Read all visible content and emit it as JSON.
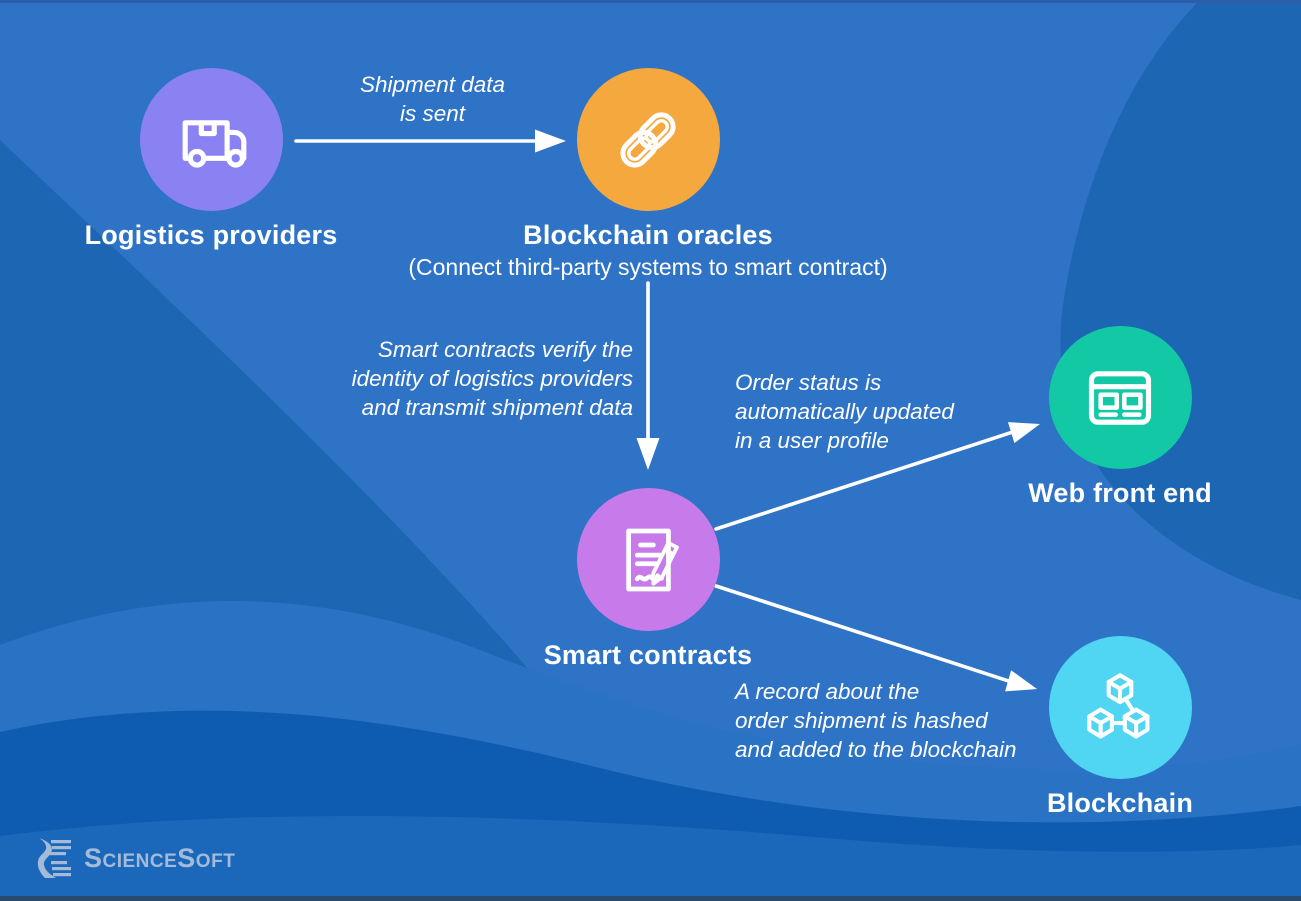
{
  "canvas": {
    "bg_base": "#2e73c6",
    "wave_mid": "#1d66b4",
    "wave_light": "#2a72c4",
    "wave_dark": "#0e5cb1",
    "wave_soft": "#1b68ba",
    "edge_strip_top": "#2a5ea9",
    "edge_strip_bottom": "#294a6b"
  },
  "icon": {
    "color": "#ffffff"
  },
  "arrows": {
    "color": "#ffffff"
  },
  "nodes": {
    "logistics": {
      "label": "Logistics providers",
      "color": "#8a82f2",
      "icon": "truck-icon"
    },
    "oracles": {
      "label": "Blockchain oracles",
      "sublabel": "(Connect third-party systems to smart contract)",
      "color": "#f5a83e",
      "icon": "chain-link-icon"
    },
    "smart_contracts": {
      "label": "Smart contracts",
      "color": "#c77ae9",
      "icon": "contract-icon"
    },
    "web_front_end": {
      "label": "Web front end",
      "color": "#13c9a5",
      "icon": "browser-window-icon"
    },
    "blockchain": {
      "label": "Blockchain",
      "color": "#50d5f2",
      "icon": "blockchain-cubes-icon"
    }
  },
  "annotations": {
    "shipment": "Shipment data\nis sent",
    "verify": "Smart contracts verify the\nidentity of logistics providers\nand transmit shipment data",
    "order_status": "Order status is\nautomatically updated\nin a user profile",
    "record": "A record about the\norder shipment is hashed\nand added to the blockchain"
  },
  "footer": {
    "brand": "ScienceSoft",
    "brand_color": "#a3bbd9"
  }
}
